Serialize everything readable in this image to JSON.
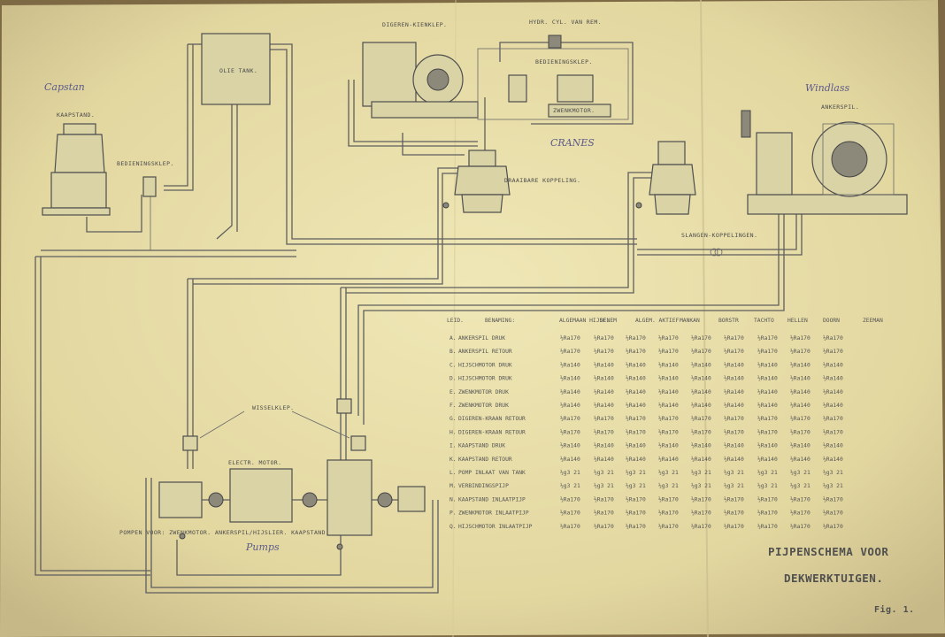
{
  "title": {
    "line1": "PIJPENSCHEMA VOOR",
    "line2": "DEKWERKTUIGEN.",
    "fig": "Fig. 1."
  },
  "labels": {
    "olie_tank": "OLIE TANK.",
    "kaapstand": "KAAPSTAND.",
    "bedieningsklep": "BEDIENINGSKLEP.",
    "kraan_top": "DIGEREN-KIENKLEP.",
    "hydr_cyl": "HYDR. CYL. VAN REM.",
    "bediening_kraan": "BEDIENINGSKLEP.",
    "hefmotor": "ZWENKMOTOR.",
    "draaibare": "DRAAIBARE KOPPELING.",
    "ankerspil": "ANKERSPIL.",
    "slangen": "SLANGEN-KOPPELINGEN.",
    "wisselkleppen": "WISSELKLEP.",
    "electr_motor": "ELECTR. MOTOR.",
    "pumps_caption": "POMPEN VOOR: ZWENKMOTOR. ANKERSPIL/HIJSLIER. KAAPSTAND."
  },
  "handwritten": {
    "capstan": "Capstan",
    "cranes": "CRANES",
    "windlass": "Windlass",
    "pumps": "Pumps"
  },
  "table": {
    "headers": [
      "LEID.",
      "BENAMING:",
      "ALGEMAAN HIJSL.",
      "DENEM",
      "ALGEM. AKTIEF",
      "MANKAN",
      "BORSTR",
      "TACHTO",
      "HELLEN",
      "DOORN",
      "ZEEMAN"
    ],
    "rows": [
      {
        "code": "A.",
        "name": "ANKERSPIL DRUK",
        "vals": [
          "½Ra170",
          "½Ra170",
          "½Ra170",
          "½Ra170",
          "½Ra170",
          "½Ra170",
          "½Ra170",
          "½Ra170",
          "½Ra170"
        ]
      },
      {
        "code": "B.",
        "name": "ANKERSPIL RETOUR",
        "vals": [
          "½Ra170",
          "½Ra170",
          "½Ra170",
          "½Ra170",
          "½Ra170",
          "½Ra170",
          "½Ra170",
          "½Ra170",
          "½Ra170"
        ]
      },
      {
        "code": "C.",
        "name": "HIJSCHMOTOR DRUK",
        "vals": [
          "½Ra140",
          "½Ra140",
          "½Ra140",
          "½Ra140",
          "½Ra140",
          "½Ra140",
          "½Ra140",
          "½Ra140",
          "½Ra140"
        ]
      },
      {
        "code": "D.",
        "name": "HIJSCHMOTOR DRUK",
        "vals": [
          "½Ra140",
          "½Ra140",
          "½Ra140",
          "½Ra140",
          "½Ra140",
          "½Ra140",
          "½Ra140",
          "½Ra140",
          "½Ra140"
        ]
      },
      {
        "code": "E.",
        "name": "ZWENKMOTOR DRUK",
        "vals": [
          "½Ra140",
          "½Ra140",
          "½Ra140",
          "½Ra140",
          "½Ra140",
          "½Ra140",
          "½Ra140",
          "½Ra140",
          "½Ra140"
        ]
      },
      {
        "code": "F.",
        "name": "ZWENKMOTOR DRUK",
        "vals": [
          "½Ra140",
          "½Ra140",
          "½Ra140",
          "½Ra140",
          "½Ra140",
          "½Ra140",
          "½Ra140",
          "½Ra140",
          "½Ra140"
        ]
      },
      {
        "code": "G.",
        "name": "DIGEREN-KRAAN RETOUR",
        "vals": [
          "½Ra170",
          "½Ra170",
          "½Ra170",
          "½Ra170",
          "½Ra170",
          "½Ra170",
          "½Ra170",
          "½Ra170",
          "½Ra170"
        ]
      },
      {
        "code": "H.",
        "name": "DIGEREN-KRAAN RETOUR",
        "vals": [
          "½Ra170",
          "½Ra170",
          "½Ra170",
          "½Ra170",
          "½Ra170",
          "½Ra170",
          "½Ra170",
          "½Ra170",
          "½Ra170"
        ]
      },
      {
        "code": "I.",
        "name": "KAAPSTAND DRUK",
        "vals": [
          "½Ra140",
          "½Ra140",
          "½Ra140",
          "½Ra140",
          "½Ra140",
          "½Ra140",
          "½Ra140",
          "½Ra140",
          "½Ra140"
        ]
      },
      {
        "code": "K.",
        "name": "KAAPSTAND RETOUR",
        "vals": [
          "½Ra140",
          "½Ra140",
          "½Ra140",
          "½Ra140",
          "½Ra140",
          "½Ra140",
          "½Ra140",
          "½Ra140",
          "½Ra140"
        ]
      },
      {
        "code": "L.",
        "name": "POMP INLAAT VAN TANK",
        "vals": [
          "½g3 21",
          "½g3 21",
          "½g3 21",
          "½g3 21",
          "½g3 21",
          "½g3 21",
          "½g3 21",
          "½g3 21",
          "½g3 21"
        ]
      },
      {
        "code": "M.",
        "name": "VERBINDINGSPIJP",
        "vals": [
          "½g3 21",
          "½g3 21",
          "½g3 21",
          "½g3 21",
          "½g3 21",
          "½g3 21",
          "½g3 21",
          "½g3 21",
          "½g3 21"
        ]
      },
      {
        "code": "N.",
        "name": "KAAPSTAND INLAATPIJP",
        "vals": [
          "½Ra170",
          "½Ra170",
          "½Ra170",
          "½Ra170",
          "½Ra170",
          "½Ra170",
          "½Ra170",
          "½Ra170",
          "½Ra170"
        ]
      },
      {
        "code": "P.",
        "name": "ZWENKMOTOR INLAATPIJP",
        "vals": [
          "½Ra170",
          "½Ra170",
          "½Ra170",
          "½Ra170",
          "½Ra170",
          "½Ra170",
          "½Ra170",
          "½Ra170",
          "½Ra170"
        ]
      },
      {
        "code": "Q.",
        "name": "HIJSCHMOTOR INLAATPIJP",
        "vals": [
          "½Ra170",
          "½Ra170",
          "½Ra170",
          "½Ra170",
          "½Ra170",
          "½Ra170",
          "½Ra170",
          "½Ra170",
          "½Ra170"
        ]
      }
    ]
  }
}
